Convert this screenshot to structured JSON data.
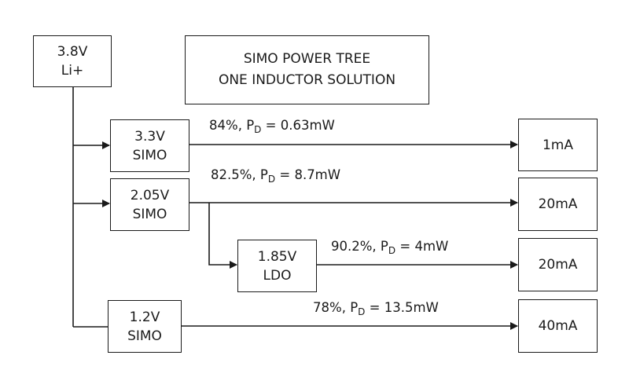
{
  "title": {
    "line1": "SIMO POWER TREE",
    "line2": "ONE INDUCTOR SOLUTION"
  },
  "source": {
    "voltage": "3.8V",
    "type": "Li+"
  },
  "regulators": [
    {
      "id": "reg-3v3",
      "voltage": "3.3V",
      "type": "SIMO"
    },
    {
      "id": "reg-2v05",
      "voltage": "2.05V",
      "type": "SIMO"
    },
    {
      "id": "reg-1v85",
      "voltage": "1.85V",
      "type": "LDO"
    },
    {
      "id": "reg-1v2",
      "voltage": "1.2V",
      "type": "SIMO"
    }
  ],
  "branches": [
    {
      "efficiency": "84%",
      "pd_label": "P",
      "pd_sub": "D",
      "pd_value": "= 0.63mW",
      "load": "1mA"
    },
    {
      "efficiency": "82.5%",
      "pd_label": "P",
      "pd_sub": "D",
      "pd_value": "= 8.7mW",
      "load": "20mA"
    },
    {
      "efficiency": "90.2%",
      "pd_label": "P",
      "pd_sub": "D",
      "pd_value": "= 4mW",
      "load": "20mA"
    },
    {
      "efficiency": "78%",
      "pd_label": "P",
      "pd_sub": "D",
      "pd_value": "= 13.5mW",
      "load": "40mA"
    }
  ],
  "colors": {
    "line": "#1a1a1a",
    "background": "#ffffff"
  }
}
